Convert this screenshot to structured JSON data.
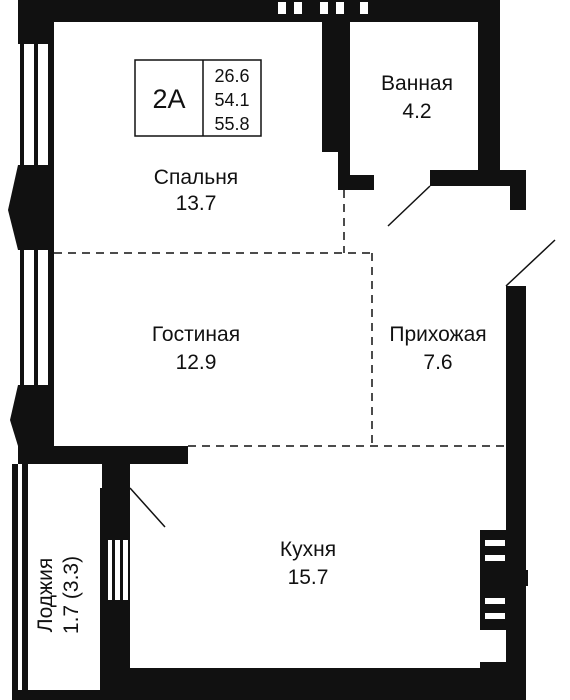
{
  "badge": {
    "type": "2А",
    "areas": [
      "26.6",
      "54.1",
      "55.8"
    ]
  },
  "rooms": {
    "bedroom": {
      "name": "Спальня",
      "area": "13.7"
    },
    "bathroom": {
      "name": "Ванная",
      "area": "4.2"
    },
    "living": {
      "name": "Гостиная",
      "area": "12.9"
    },
    "hallway": {
      "name": "Прихожая",
      "area": "7.6"
    },
    "kitchen": {
      "name": "Кухня",
      "area": "15.7"
    },
    "loggia": {
      "name": "Лоджия",
      "area": "1.7 (3.3)"
    }
  },
  "colors": {
    "wall": "#111111",
    "background": "#ffffff",
    "text": "#111111"
  }
}
